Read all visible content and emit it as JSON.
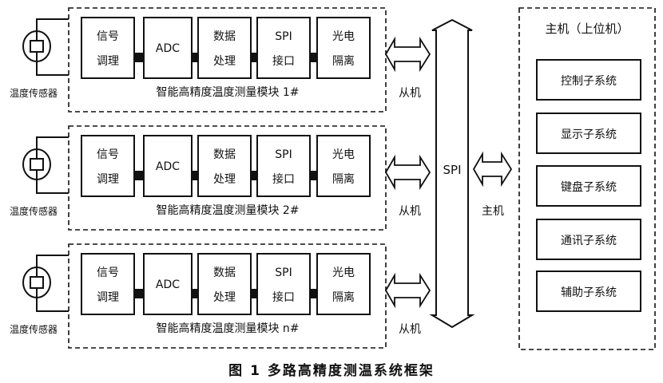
{
  "diagram": {
    "caption": "图 1   多路高精度测温系统框架",
    "sensor_label": "温度传感器",
    "module_title_prefix": "智能高精度温度测量模块",
    "modules": [
      {
        "id": "1#",
        "suffix": "1#",
        "slave_label": "从机"
      },
      {
        "id": "2#",
        "suffix": "2#",
        "slave_label": "从机"
      },
      {
        "id": "n#",
        "suffix": "n#",
        "slave_label": "从机"
      }
    ],
    "stages": [
      {
        "line1": "信号",
        "line2": "调理"
      },
      {
        "line1": "ADC",
        "line2": ""
      },
      {
        "line1": "数据",
        "line2": "处理"
      },
      {
        "line1": "SPI",
        "line2": "接口"
      },
      {
        "line1": "光电",
        "line2": "隔离"
      }
    ],
    "bus_label": "SPI",
    "master_label": "主机",
    "host": {
      "title": "主机（上位机）",
      "subsystems": [
        "控制子系统",
        "显示子系统",
        "键盘子系统",
        "通讯子系统",
        "辅助子系统"
      ]
    },
    "colors": {
      "line": "#111111",
      "background": "#ffffff"
    }
  }
}
